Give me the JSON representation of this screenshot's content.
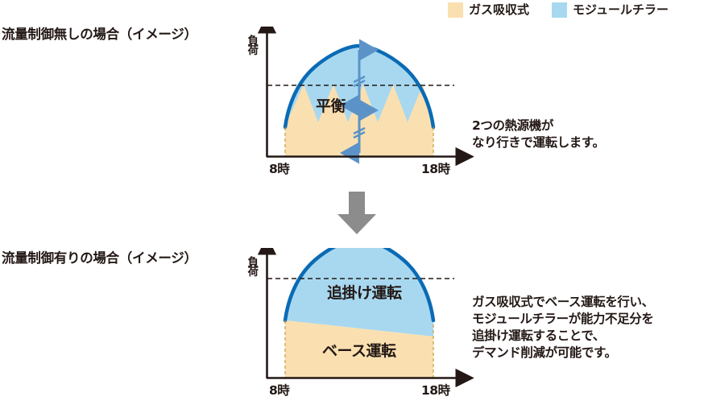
{
  "legend": {
    "items": [
      {
        "label": "ガス吸収式",
        "color": "#fae0b0",
        "icon": "square-swatch"
      },
      {
        "label": "モジュールチラー",
        "color": "#a8d8f0",
        "icon": "square-swatch"
      }
    ]
  },
  "sections": {
    "top": {
      "title": "流量制御無しの場合（イメージ）",
      "note": "2つの熱源機が\nなり行きで運転します。",
      "note_lines": [
        "2つの熱源機が",
        "なり行きで運転します。"
      ]
    },
    "bottom": {
      "title": "流量制御有りの場合（イメージ）",
      "note_lines": [
        "ガス吸収式でベース運転を行い、",
        "モジュールチラーが能力不足分を",
        "追掛け運転することで、",
        "デマンド削減が可能です。"
      ]
    }
  },
  "transition": {
    "icon": "arrow-down-icon",
    "color": "#8c8c8c"
  },
  "colors": {
    "gas_fill": "#fae0b0",
    "chiller_fill": "#a8d8f0",
    "curve_stroke": "#0a6bb5",
    "arrow_blue": "#5b93c8",
    "axis": "#231815",
    "transition_arrow": "#8c8c8c",
    "text": "#231815"
  },
  "chart_data": [
    {
      "type": "area",
      "id": "no-flow-control",
      "title": "流量制御無しの場合（イメージ）",
      "ylabel": "負荷",
      "xlabel": "",
      "xticks": [
        "8時",
        "18時"
      ],
      "grid": false,
      "legend_position": "top-right",
      "annotations": [
        {
          "text": "平衡",
          "type": "region-label"
        },
        {
          "text": "",
          "type": "balance-double-arrow",
          "style": "double-headed-with-break-marks"
        },
        {
          "text": "",
          "type": "dashed-threshold-line"
        }
      ],
      "series": [
        {
          "name": "モジュールチラー",
          "color": "#a8d8f0",
          "shape": "dome-envelope",
          "description": "総負荷を表す半ドーム状の包絡線。上端は滑らかな曲線、下端はガス吸収式の鋸歯状の上端。",
          "envelope_points": [
            [
              0,
              0.38
            ],
            [
              0.1,
              0.62
            ],
            [
              0.22,
              0.8
            ],
            [
              0.35,
              0.92
            ],
            [
              0.5,
              0.97
            ],
            [
              0.65,
              0.92
            ],
            [
              0.78,
              0.8
            ],
            [
              0.9,
              0.62
            ],
            [
              1.0,
              0.38
            ]
          ]
        },
        {
          "name": "ガス吸収式",
          "color": "#fae0b0",
          "shape": "sawtooth-area",
          "description": "鋸歯状に変動するベース部分（なり行き運転）。",
          "sawtooth_peaks": [
            0.72,
            0.7,
            0.72,
            0.7,
            0.72
          ],
          "sawtooth_troughs": [
            0.44,
            0.42,
            0.44,
            0.42
          ]
        }
      ],
      "threshold_level": 0.72
    },
    {
      "type": "area",
      "id": "with-flow-control",
      "title": "流量制御有りの場合（イメージ）",
      "ylabel": "負荷",
      "xlabel": "",
      "xticks": [
        "8時",
        "18時"
      ],
      "grid": false,
      "legend_position": "top-right",
      "annotations": [
        {
          "text": "追掛け運転",
          "type": "region-label"
        },
        {
          "text": "ベース運転",
          "type": "region-label"
        },
        {
          "text": "",
          "type": "dashed-threshold-line"
        }
      ],
      "series": [
        {
          "name": "モジュールチラー",
          "color": "#a8d8f0",
          "shape": "dome-envelope",
          "description": "追掛け運転分。ドーム上端とベース運転上端の間の領域。",
          "envelope_points": [
            [
              0,
              0.38
            ],
            [
              0.1,
              0.62
            ],
            [
              0.22,
              0.8
            ],
            [
              0.35,
              0.92
            ],
            [
              0.5,
              0.97
            ],
            [
              0.65,
              0.92
            ],
            [
              0.78,
              0.8
            ],
            [
              0.9,
              0.62
            ],
            [
              1.0,
              0.38
            ]
          ]
        },
        {
          "name": "ガス吸収式",
          "color": "#fae0b0",
          "shape": "sloped-area",
          "description": "ベース運転。上端はわずかに右下がりの直線で平滑化されている。",
          "top_left": 0.38,
          "top_right": 0.3
        }
      ],
      "threshold_level": 0.72
    }
  ]
}
